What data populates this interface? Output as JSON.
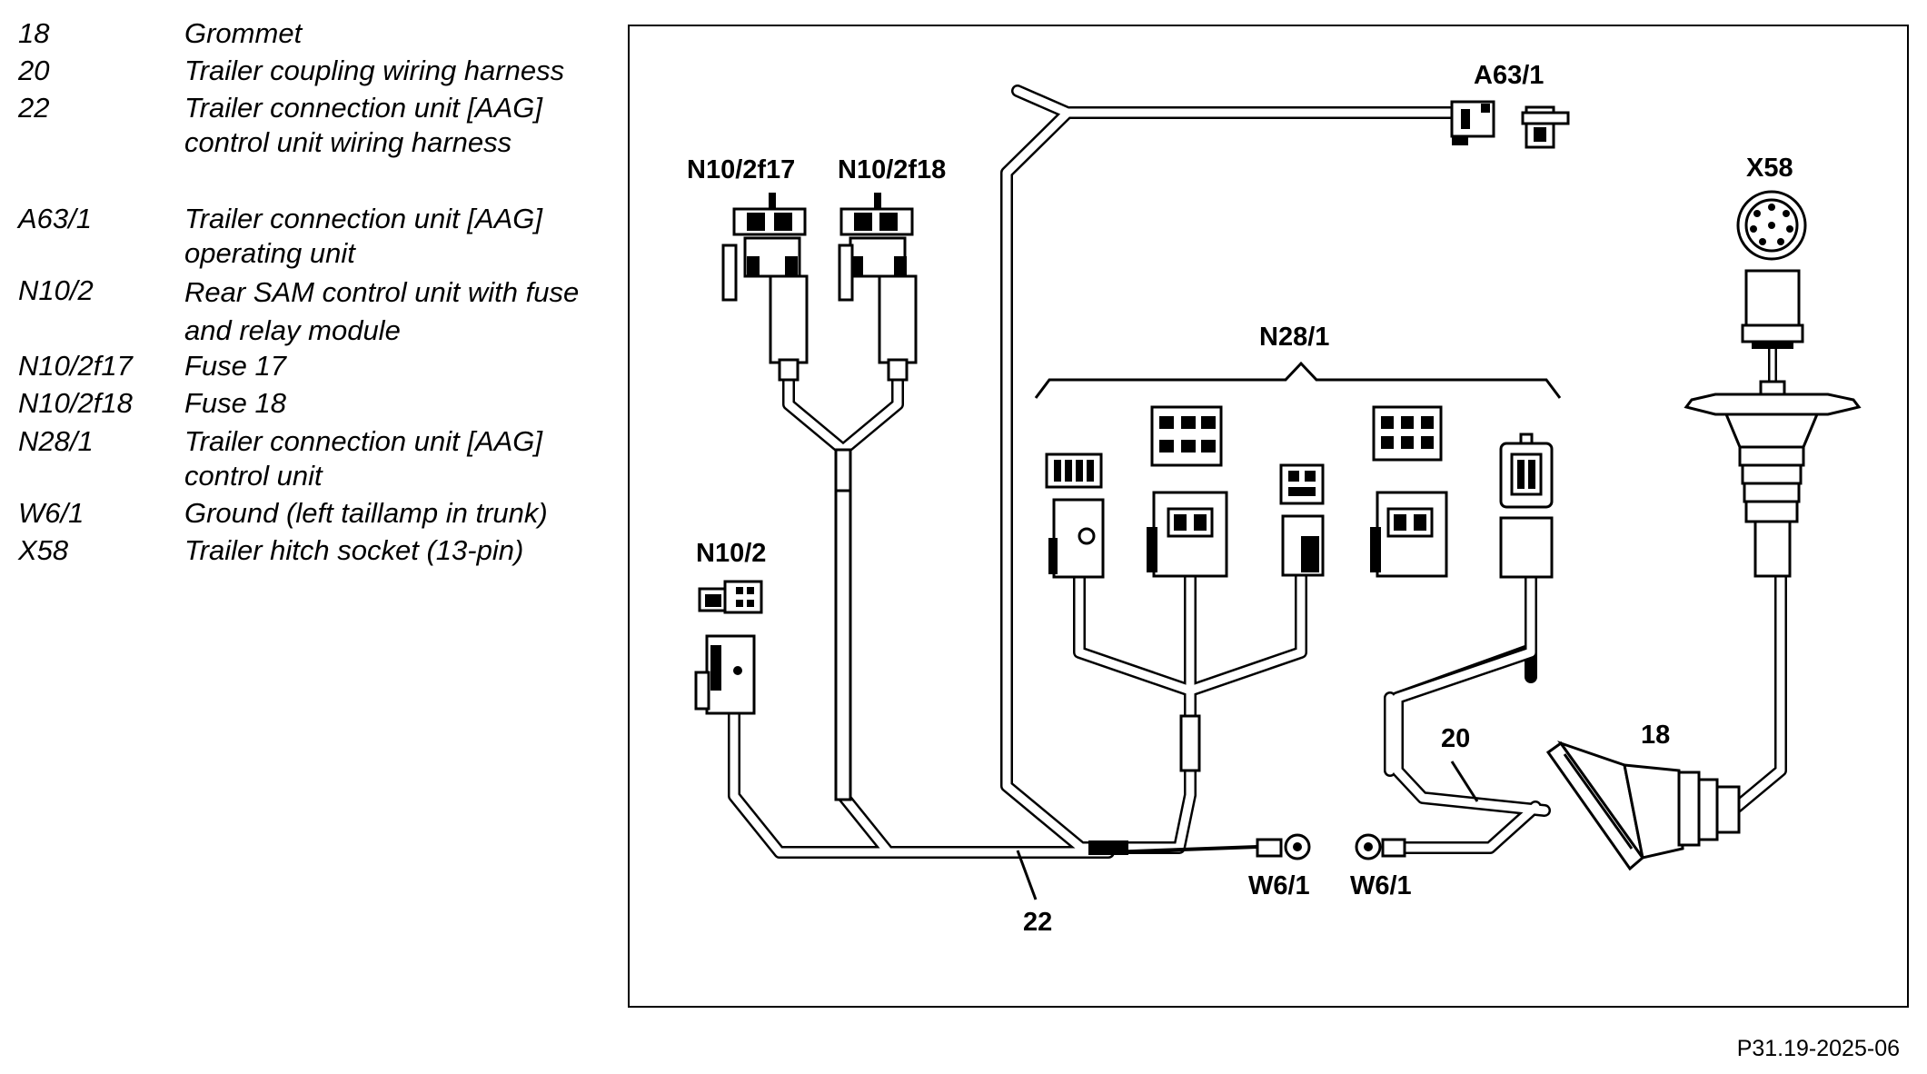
{
  "legend": [
    {
      "id": "18",
      "lines": [
        "Grommet"
      ]
    },
    {
      "id": "20",
      "lines": [
        "Trailer coupling wiring harness"
      ]
    },
    {
      "id": "22",
      "lines": [
        "Trailer connection unit [AAG]",
        "control unit wiring harness"
      ]
    },
    {
      "id": "A63/1",
      "lines": [
        "Trailer connection unit [AAG]",
        "operating unit"
      ]
    },
    {
      "id": "N10/2",
      "lines": [
        "Rear SAM control unit with fuse",
        "and relay module"
      ]
    },
    {
      "id": "N10/2f17",
      "lines": [
        "Fuse 17"
      ]
    },
    {
      "id": "N10/2f18",
      "lines": [
        "Fuse 18"
      ]
    },
    {
      "id": "N28/1",
      "lines": [
        "Trailer connection unit [AAG]",
        "control unit"
      ]
    },
    {
      "id": "W6/1",
      "lines": [
        "Ground (left taillamp in trunk)"
      ]
    },
    {
      "id": "X58",
      "lines": [
        "Trailer hitch socket (13-pin)"
      ]
    }
  ],
  "diagram": {
    "labels": {
      "a63_1": "A63/1",
      "x58": "X58",
      "n10_2f17": "N10/2f17",
      "n10_2f18": "N10/2f18",
      "n28_1": "N28/1",
      "n10_2": "N10/2",
      "w6_1_left": "W6/1",
      "w6_1_right": "W6/1",
      "harness_22": "22",
      "harness_20": "20",
      "grommet_18": "18"
    }
  },
  "reference": "P31.19-2025-06"
}
